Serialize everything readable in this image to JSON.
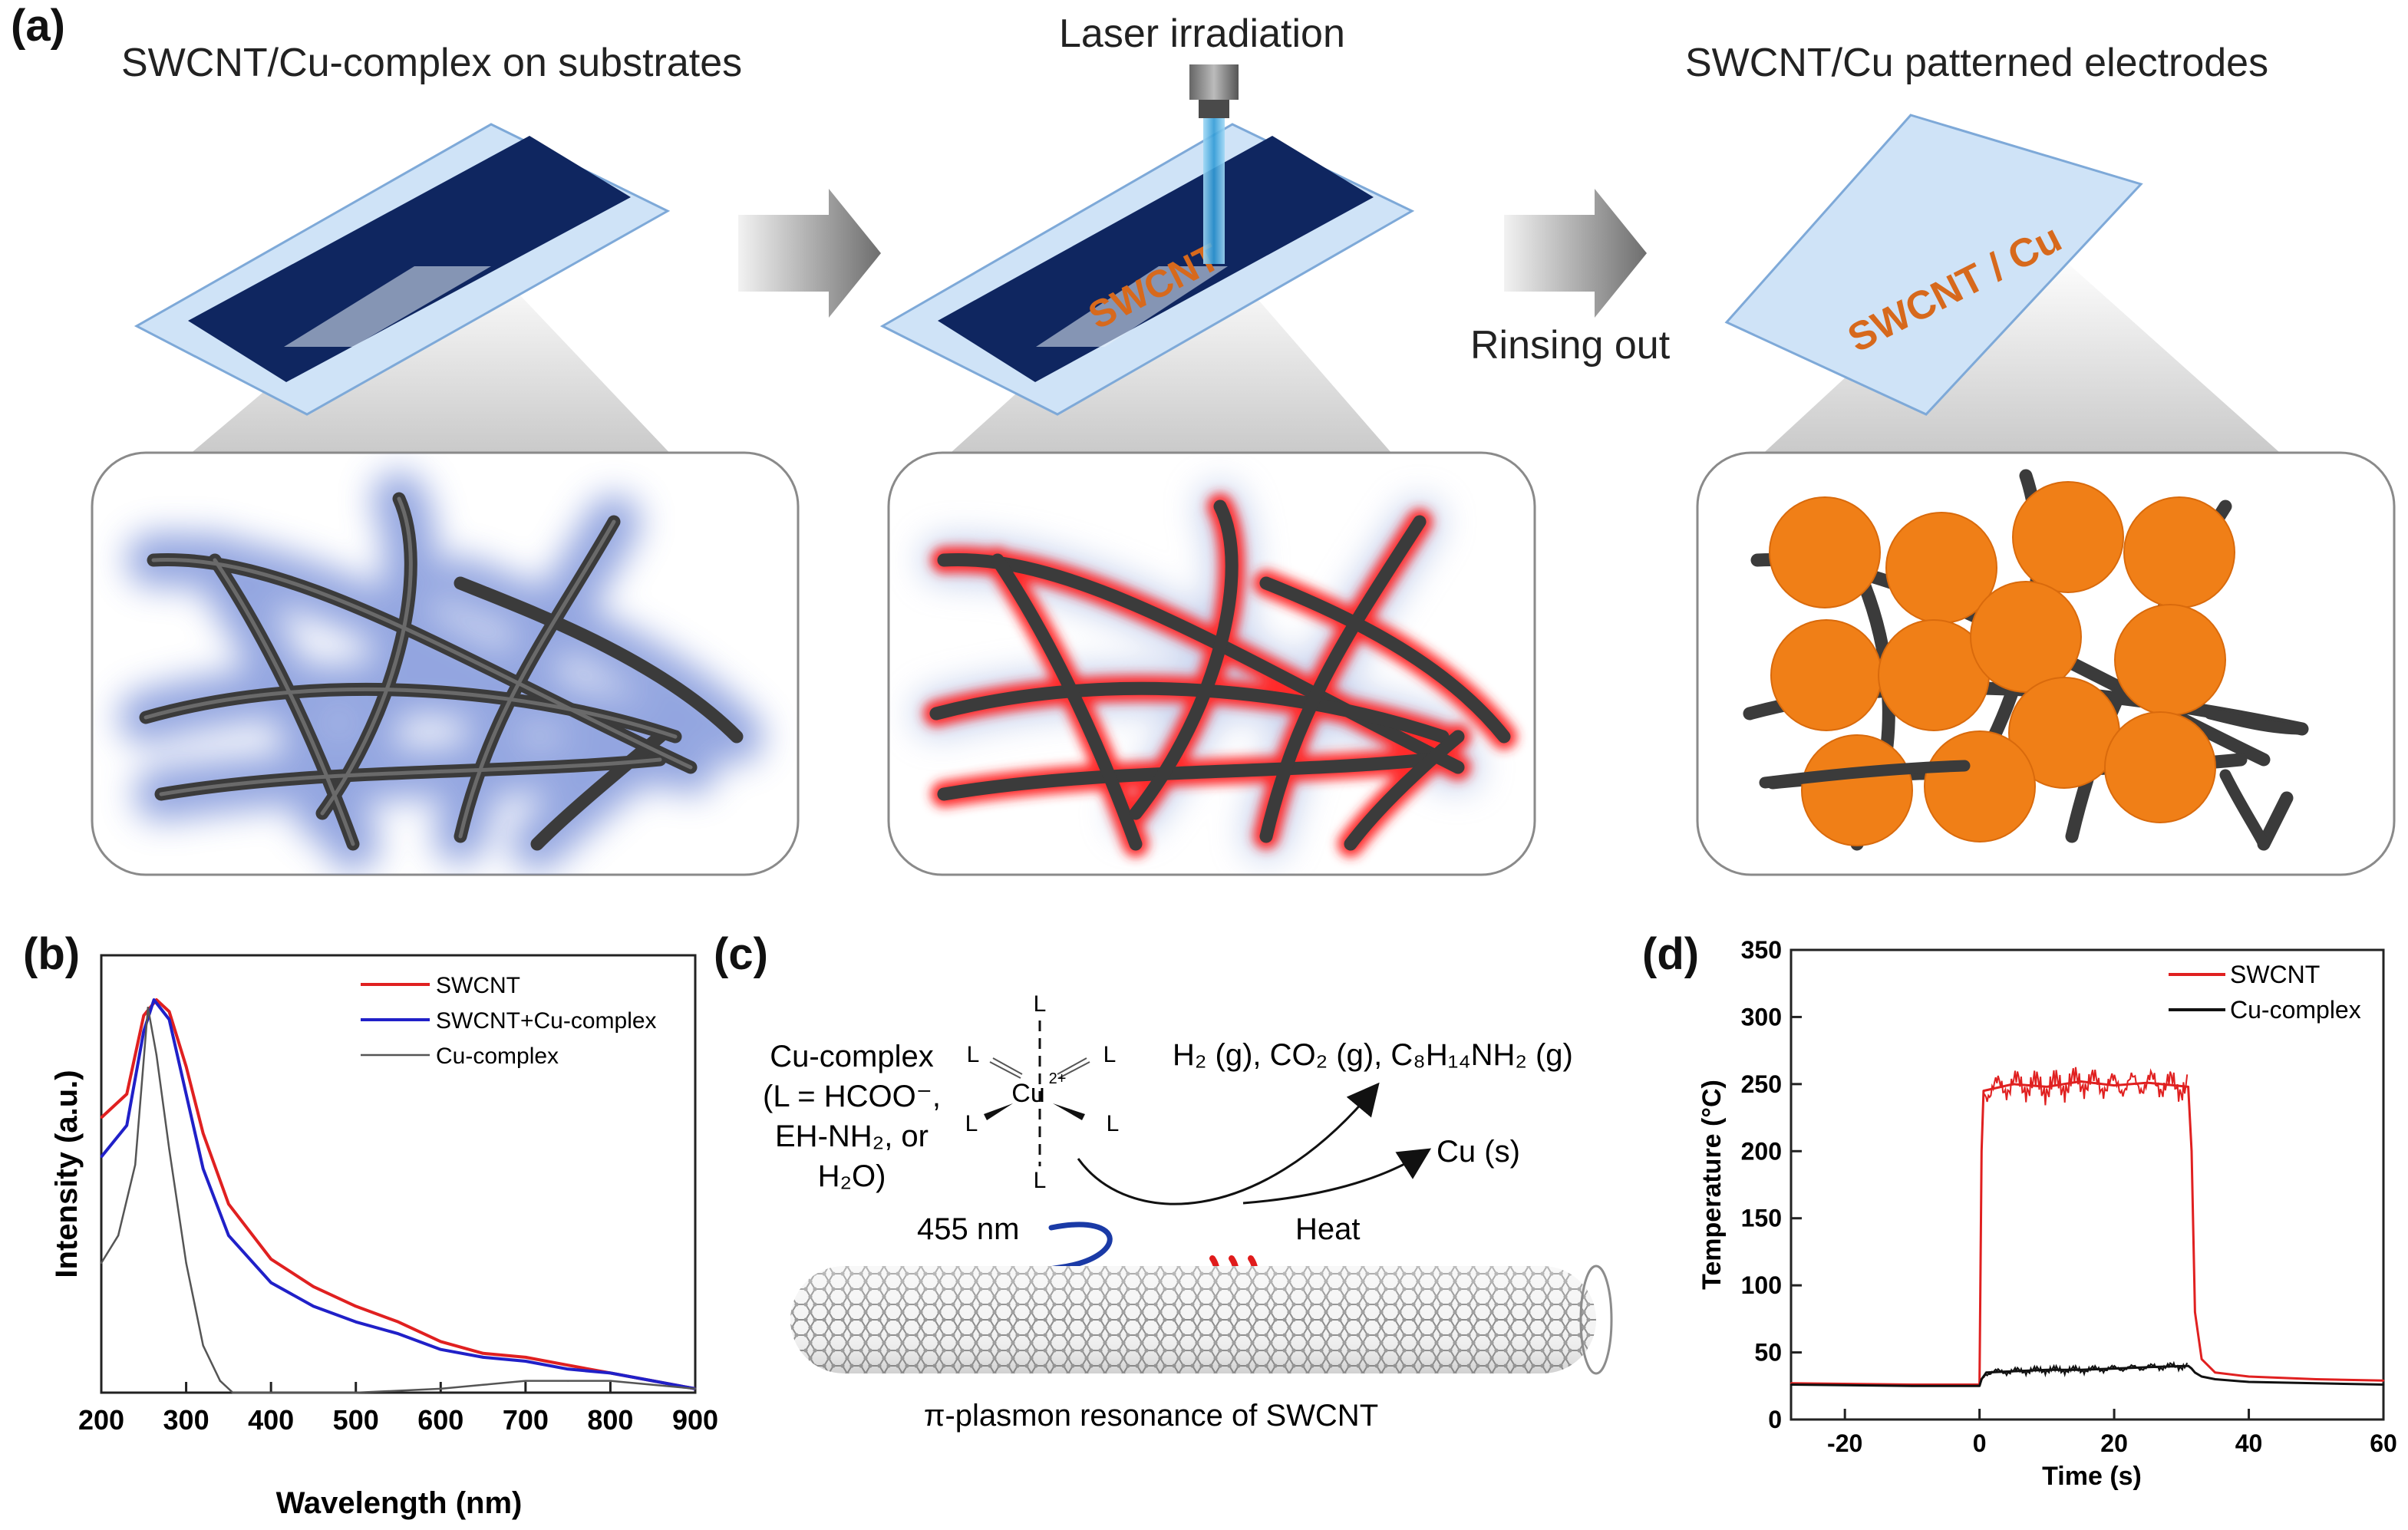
{
  "panel_a": {
    "label": "(a)",
    "step1_title": "SWCNT/Cu-complex on substrates",
    "step2_title": "Laser irradiation",
    "step3_title": "SWCNT/Cu patterned electrodes",
    "rinse_label": "Rinsing out",
    "substrate2_text": "SWCNT",
    "substrate3_text": "SWCNT / Cu"
  },
  "panel_b": {
    "label": "(b)",
    "chart_data": {
      "type": "line",
      "xlabel": "Wavelength (nm)",
      "ylabel": "Intensity (a.u.)",
      "xlim": [
        200,
        900
      ],
      "x_ticks": [
        "200",
        "300",
        "400",
        "500",
        "600",
        "700",
        "800",
        "900"
      ],
      "legend_position": "top-right",
      "series": [
        {
          "name": "SWCNT",
          "color": "#e02020",
          "x": [
            200,
            230,
            250,
            265,
            280,
            300,
            320,
            350,
            400,
            450,
            500,
            550,
            600,
            650,
            700,
            750,
            800,
            850,
            900
          ],
          "y": [
            0.7,
            0.76,
            0.96,
            1.0,
            0.97,
            0.83,
            0.66,
            0.48,
            0.34,
            0.27,
            0.22,
            0.18,
            0.13,
            0.1,
            0.09,
            0.07,
            0.05,
            0.03,
            0.01
          ]
        },
        {
          "name": "SWCNT+Cu-complex",
          "color": "#2020c8",
          "x": [
            200,
            230,
            250,
            262,
            280,
            300,
            320,
            350,
            400,
            450,
            500,
            550,
            600,
            650,
            700,
            750,
            800,
            850,
            900
          ],
          "y": [
            0.6,
            0.68,
            0.92,
            1.0,
            0.95,
            0.76,
            0.57,
            0.4,
            0.28,
            0.22,
            0.18,
            0.15,
            0.11,
            0.09,
            0.08,
            0.06,
            0.05,
            0.03,
            0.01
          ]
        },
        {
          "name": "Cu-complex",
          "color": "#555555",
          "x": [
            200,
            220,
            240,
            255,
            265,
            280,
            300,
            320,
            340,
            355,
            400,
            500,
            600,
            650,
            700,
            750,
            800,
            850,
            900
          ],
          "y": [
            0.33,
            0.4,
            0.58,
            0.98,
            0.86,
            0.62,
            0.33,
            0.12,
            0.03,
            0.0,
            0.0,
            0.0,
            0.01,
            0.02,
            0.03,
            0.03,
            0.03,
            0.02,
            0.01
          ]
        }
      ]
    }
  },
  "panel_c": {
    "label": "(c)",
    "complex_label": "Cu-complex",
    "ligand_def_line1": "(L = HCOO⁻,",
    "ligand_def_line2": "EH-NH₂, or",
    "ligand_def_line3": "H₂O)",
    "ligand": "L",
    "metal": "Cu",
    "charge": "2+",
    "gas_products": "H₂ (g), CO₂ (g), C₈H₁₄NH₂ (g)",
    "solid_product": "Cu (s)",
    "wavelength": "455 nm",
    "heat": "Heat",
    "caption": "π-plasmon resonance of SWCNT"
  },
  "panel_d": {
    "label": "(d)",
    "chart_data": {
      "type": "line",
      "xlabel": "Time (s)",
      "ylabel": "Temperature (°C)",
      "xlim": [
        -28,
        60
      ],
      "ylim": [
        0,
        350
      ],
      "x_ticks": [
        "-20",
        "0",
        "20",
        "40",
        "60"
      ],
      "y_ticks": [
        "0",
        "50",
        "100",
        "150",
        "200",
        "250",
        "300",
        "350"
      ],
      "legend_position": "top-right",
      "series": [
        {
          "name": "SWCNT",
          "color": "#e02020",
          "x": [
            -28,
            -10,
            0,
            0.3,
            0.6,
            5,
            10,
            15,
            20,
            25,
            31,
            31.5,
            32,
            33,
            35,
            40,
            50,
            60
          ],
          "y": [
            27,
            26,
            26,
            200,
            245,
            250,
            248,
            252,
            249,
            251,
            248,
            200,
            80,
            45,
            35,
            32,
            30,
            29
          ]
        },
        {
          "name": "Cu-complex",
          "color": "#111111",
          "x": [
            -28,
            -10,
            0,
            0.3,
            1,
            5,
            10,
            15,
            20,
            25,
            31,
            31.5,
            32,
            33,
            35,
            40,
            50,
            60
          ],
          "y": [
            26,
            25,
            25,
            30,
            35,
            36,
            37,
            37,
            38,
            39,
            40,
            38,
            35,
            32,
            30,
            28,
            27,
            26
          ]
        }
      ]
    }
  }
}
